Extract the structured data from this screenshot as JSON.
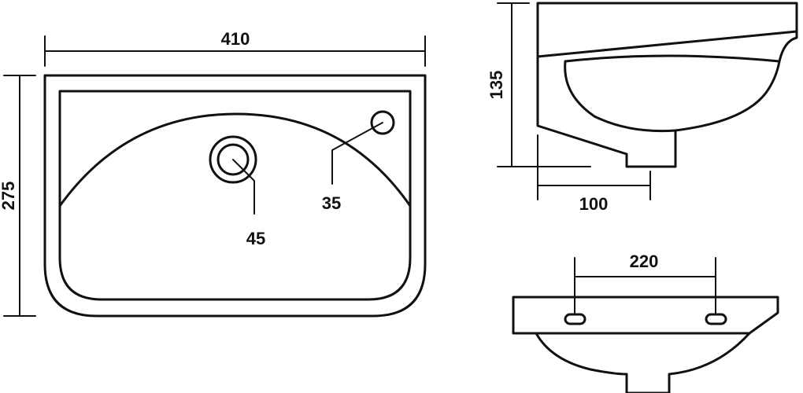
{
  "dimensions": {
    "overall_width": "410",
    "overall_depth": "275",
    "drain_diameter": "45",
    "tap_hole_diameter": "35",
    "side_height": "135",
    "side_offset": "100",
    "mounting_holes_spacing": "220"
  },
  "colors": {
    "line": "#111111",
    "background": "#ffffff"
  }
}
